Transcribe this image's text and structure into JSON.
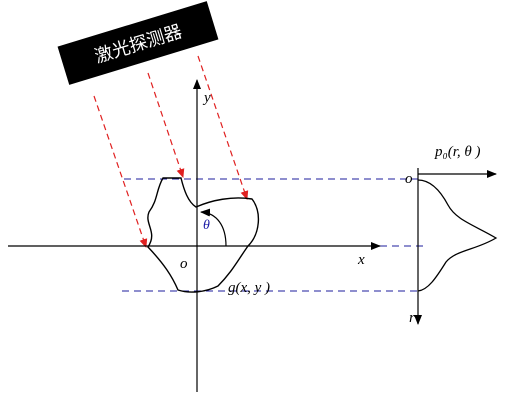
{
  "labels": {
    "detector": "激光探测器",
    "y_axis": "y",
    "x_axis": "x",
    "origin": "o",
    "theta": "θ",
    "object_function": "g(x, y )",
    "projection_function": "p₀(r, θ )",
    "projection_origin": "o",
    "r_axis": "r"
  },
  "colors": {
    "laser_beam": "#e02020",
    "projection_guide": "#1c1c9c",
    "axis": "#000000",
    "detector_box": "#000000",
    "theta_label": "#1a1aa6"
  }
}
